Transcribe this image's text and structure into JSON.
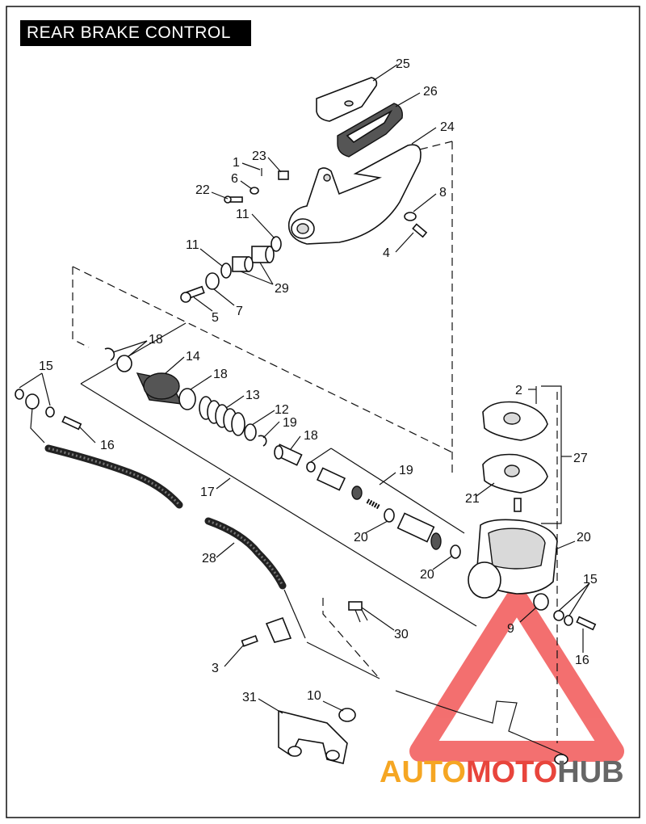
{
  "title": "REAR BRAKE CONTROL",
  "callouts": [
    {
      "id": "c25",
      "label": "25"
    },
    {
      "id": "c26",
      "label": "26"
    },
    {
      "id": "c24",
      "label": "24"
    },
    {
      "id": "c1",
      "label": "1"
    },
    {
      "id": "c23",
      "label": "23"
    },
    {
      "id": "c6",
      "label": "6"
    },
    {
      "id": "c22",
      "label": "22"
    },
    {
      "id": "c11a",
      "label": "11"
    },
    {
      "id": "c8",
      "label": "8"
    },
    {
      "id": "c4",
      "label": "4"
    },
    {
      "id": "c11b",
      "label": "11"
    },
    {
      "id": "c29",
      "label": "29"
    },
    {
      "id": "c5",
      "label": "5"
    },
    {
      "id": "c7",
      "label": "7"
    },
    {
      "id": "c18a",
      "label": "18"
    },
    {
      "id": "c14",
      "label": "14"
    },
    {
      "id": "c15a",
      "label": "15"
    },
    {
      "id": "c18b",
      "label": "18"
    },
    {
      "id": "c13",
      "label": "13"
    },
    {
      "id": "c12",
      "label": "12"
    },
    {
      "id": "c19a",
      "label": "19"
    },
    {
      "id": "c16a",
      "label": "16"
    },
    {
      "id": "c18c",
      "label": "18"
    },
    {
      "id": "c2",
      "label": "2"
    },
    {
      "id": "c27",
      "label": "27"
    },
    {
      "id": "c17",
      "label": "17"
    },
    {
      "id": "c19b",
      "label": "19"
    },
    {
      "id": "c21",
      "label": "21"
    },
    {
      "id": "c20a",
      "label": "20"
    },
    {
      "id": "c20b",
      "label": "20"
    },
    {
      "id": "c20c",
      "label": "20"
    },
    {
      "id": "c28",
      "label": "28"
    },
    {
      "id": "c15b",
      "label": "15"
    },
    {
      "id": "c30",
      "label": "30"
    },
    {
      "id": "c9",
      "label": "9"
    },
    {
      "id": "c16b",
      "label": "16"
    },
    {
      "id": "c3",
      "label": "3"
    },
    {
      "id": "c10",
      "label": "10"
    },
    {
      "id": "c31",
      "label": "31"
    }
  ],
  "watermark": {
    "part1": "AUTO",
    "part2": "MOTO",
    "part3": "HUB",
    "color1": "#f5a623",
    "color2": "#e8453c",
    "color3": "#666666"
  },
  "colors": {
    "ink": "#111111",
    "title_bg": "#000000",
    "title_fg": "#ffffff",
    "triangle": "#ef4040"
  }
}
